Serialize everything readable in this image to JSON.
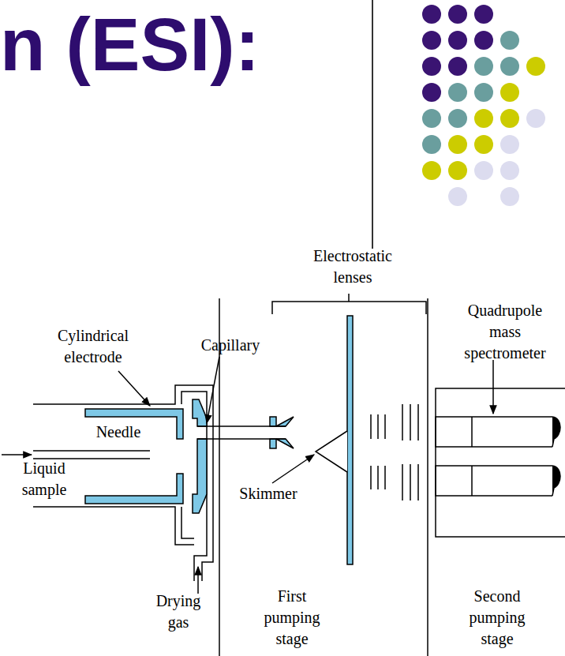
{
  "diagram": {
    "title": "n (ESI):",
    "labels": [
      "Electrostatic lenses",
      "Quadrupole mass spectrometer",
      "Cylindrical electrode",
      "Capillary",
      "Needle",
      "Liquid sample",
      "Skimmer",
      "Drying gas",
      "First pumping stage",
      "Second pumping stage"
    ]
  }
}
